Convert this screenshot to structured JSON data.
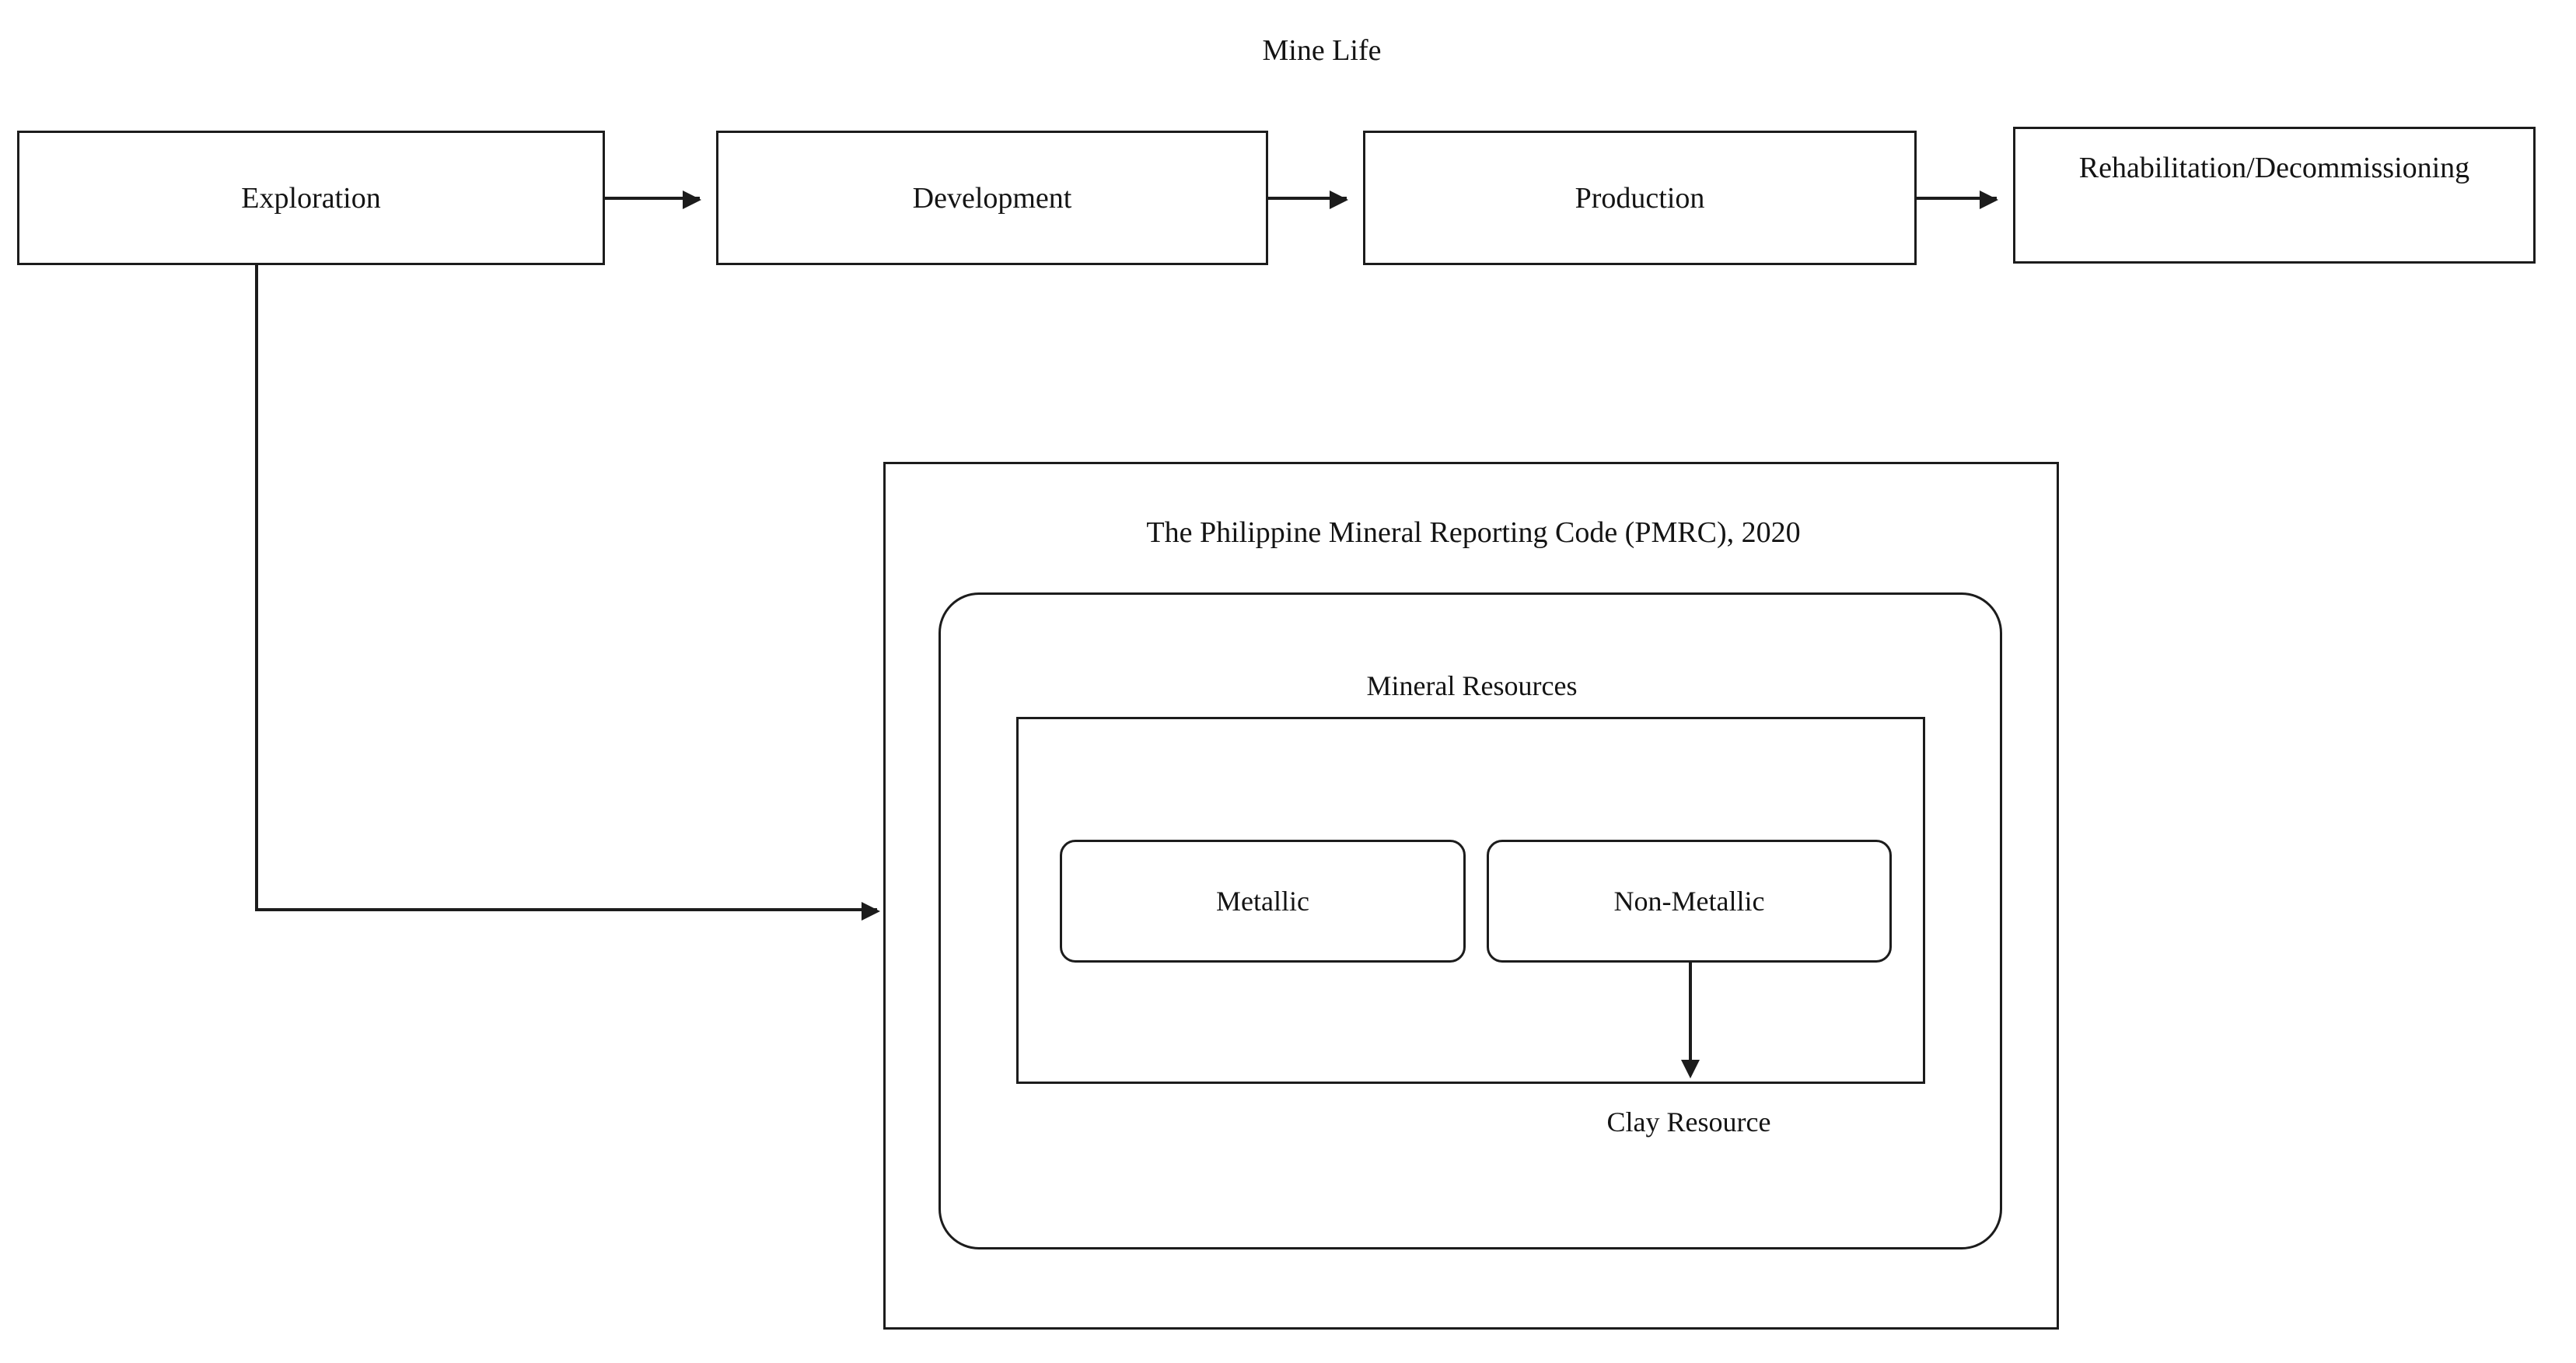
{
  "diagram": {
    "title": "Mine Life",
    "stages": [
      {
        "id": "exploration",
        "label": "Exploration"
      },
      {
        "id": "development",
        "label": "Development"
      },
      {
        "id": "production",
        "label": "Production"
      },
      {
        "id": "rehabilitation",
        "label": "Rehabilitation/Decommissioning"
      }
    ],
    "pmrc": {
      "title": "The Philippine Mineral Reporting Code (PMRC), 2020",
      "mineral_resources": {
        "title": "Mineral Resources",
        "categories": [
          {
            "id": "metallic",
            "label": "Metallic"
          },
          {
            "id": "non-metallic",
            "label": "Non-Metallic"
          }
        ],
        "derived": {
          "id": "clay-resource",
          "label": "Clay Resource"
        }
      }
    },
    "colors": {
      "stroke": "#1c1c1c",
      "text": "#141414",
      "background": "#ffffff"
    }
  }
}
